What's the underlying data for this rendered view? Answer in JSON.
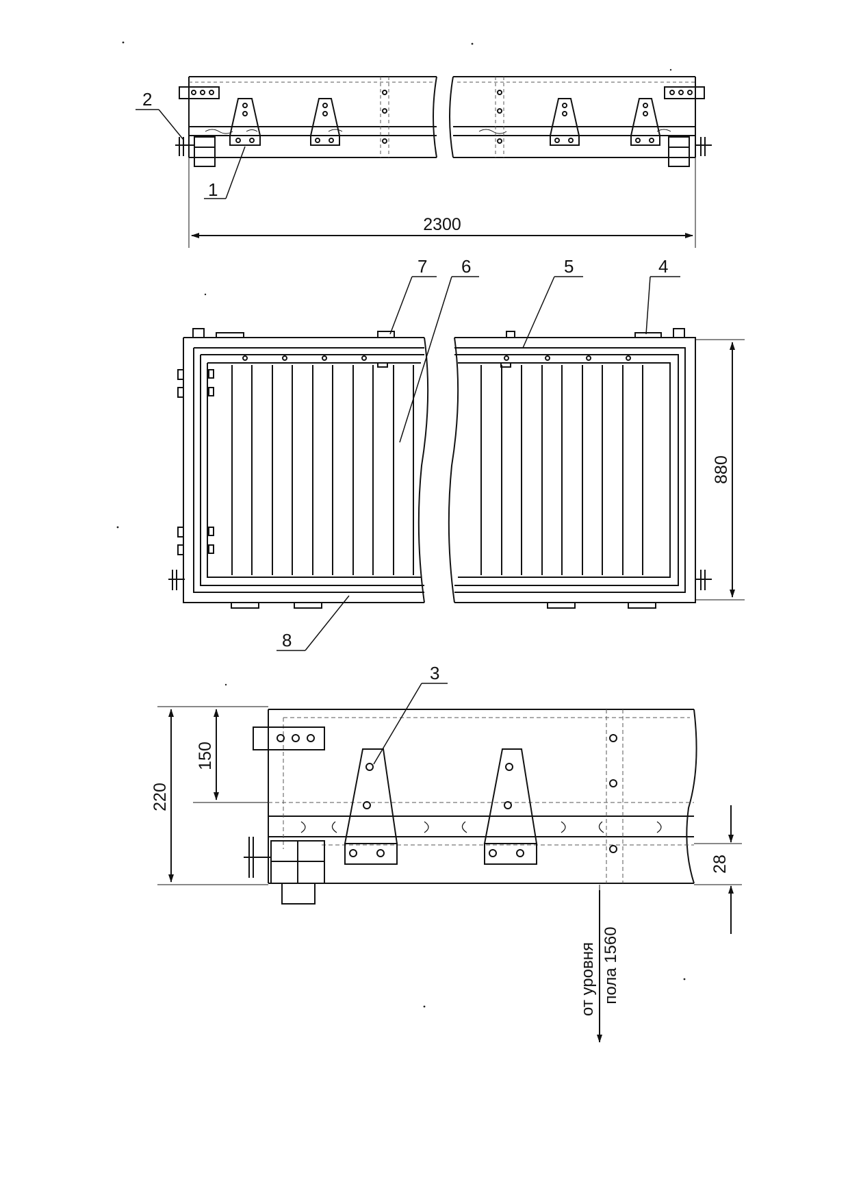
{
  "colors": {
    "ink": "#111111",
    "paper": "#ffffff",
    "hidden": "#555555"
  },
  "top_view": {
    "callouts": {
      "c1": "1",
      "c2": "2"
    },
    "length": "2300"
  },
  "plan_view": {
    "callouts": {
      "c4": "4",
      "c5": "5",
      "c6": "6",
      "c7": "7",
      "c8": "8"
    },
    "width": "880"
  },
  "detail_view": {
    "callouts": {
      "c3": "3"
    },
    "dims": {
      "d150": "150",
      "d220": "220",
      "d28": "28"
    },
    "note": {
      "line1": "от уровня",
      "line2": "пола 1560"
    }
  }
}
